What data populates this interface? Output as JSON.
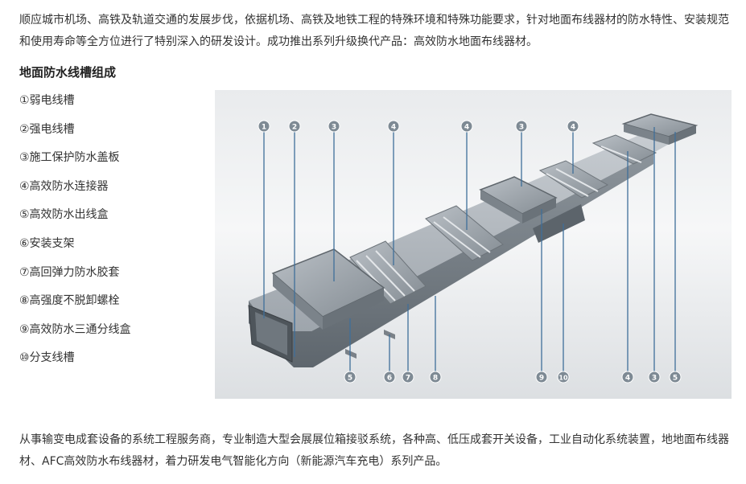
{
  "intro": "顺应城市机场、高铁及轨道交通的发展步伐，依据机场、高铁及地铁工程的特殊环境和特殊功能要求，针对地面布线器材的防水特性、安装规范和使用寿命等全方位进行了特别深入的研发设计。成功推出系列升级换代产品：高效防水地面布线器材。",
  "section_title": "地面防水线槽组成",
  "components": [
    "①弱电线槽",
    "②强电线槽",
    "③施工保护防水盖板",
    "④高效防水连接器",
    "⑤高效防水出线盒",
    "⑥安装支架",
    "⑦高回弹力防水胶套",
    "⑧高强度不脱卸螺栓",
    "⑨高效防水三通分线盒",
    "⑩分支线槽"
  ],
  "callouts": {
    "top": [
      "1",
      "2",
      "3",
      "4",
      "4",
      "3",
      "4"
    ],
    "bottom": [
      "5",
      "6",
      "7",
      "8",
      "9",
      "10",
      "4",
      "3",
      "5"
    ]
  },
  "outro": "从事输变电成套设备的系统工程服务商，专业制造大型会展展位箱接驳系统，各种高、低压成套开关设备，工业自动化系统装置，地地面布线器材、AFC高效防水布线器材，着力研发电气智能化方向（新能源汽车充电）系列产品。",
  "colors": {
    "callout_fill": "#7e8a94",
    "text": "#333333"
  }
}
